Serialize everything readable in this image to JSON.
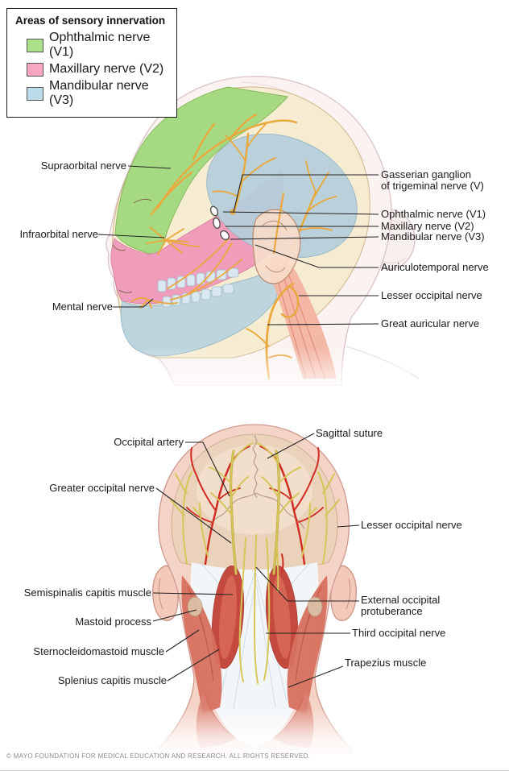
{
  "legend": {
    "title": "Areas of sensory innervation",
    "items": [
      {
        "label": "Ophthalmic nerve (V1)",
        "color": "#abe18b"
      },
      {
        "label": "Maxillary nerve (V2)",
        "color": "#f7a6c4"
      },
      {
        "label": "Mandibular nerve (V3)",
        "color": "#bcdcea"
      }
    ]
  },
  "side_view": {
    "labels": {
      "supraorbital": "Supraorbital nerve",
      "infraorbital": "Infraorbital nerve",
      "mental": "Mental nerve",
      "gasserian_line1": "Gasserian ganglion",
      "gasserian_line2": "of trigeminal nerve (V)",
      "ophthalmic": "Ophthalmic nerve (V1)",
      "maxillary": "Maxillary nerve (V2)",
      "mandibular": "Mandibular nerve (V3)",
      "auriculotemporal": "Auriculotemporal nerve",
      "lesser_occipital": "Lesser occipital nerve",
      "great_auricular": "Great auricular nerve"
    }
  },
  "back_view": {
    "labels": {
      "occipital_artery": "Occipital artery",
      "sagittal_suture": "Sagittal suture",
      "greater_occipital": "Greater occipital nerve",
      "lesser_occipital": "Lesser occipital nerve",
      "semispinalis": "Semispinalis capitis muscle",
      "mastoid": "Mastoid process",
      "external_line1": "External occipital",
      "external_line2": "protuberance",
      "sternocleidomastoid": "Sternocleidomastoid muscle",
      "third_occipital": "Third occipital nerve",
      "splenius": "Splenius capitis muscle",
      "trapezius": "Trapezius muscle"
    }
  },
  "footer": {
    "copyright": "© MAYO FOUNDATION FOR MEDICAL EDUCATION AND RESEARCH. ALL RIGHTS RESERVED."
  },
  "colors": {
    "ophthalmic_region": "#a6da82",
    "maxillary_region": "#f09cbb",
    "mandibular_region": "#b5cfdc",
    "cranial_nerve_yellow": "#e9a93d",
    "occipital_nerve_yellow": "#c9b845",
    "artery_red": "#cf2b20",
    "muscle_red": "#c44a3f",
    "skin_pink": "#f5d4c8",
    "skull_tan": "#ebd2bb"
  }
}
